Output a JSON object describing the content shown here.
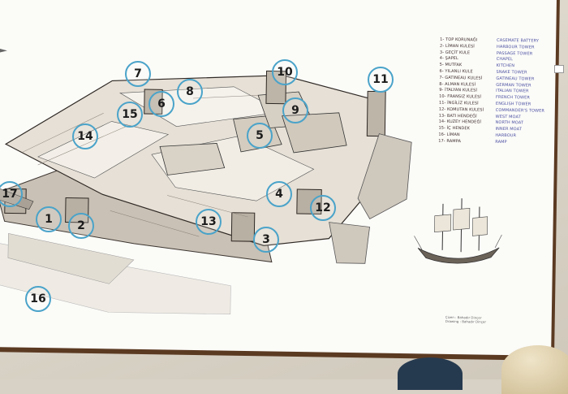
{
  "markers": [
    {
      "n": "1"
    },
    {
      "n": "2"
    },
    {
      "n": "3"
    },
    {
      "n": "4"
    },
    {
      "n": "5"
    },
    {
      "n": "6"
    },
    {
      "n": "7"
    },
    {
      "n": "8"
    },
    {
      "n": "9"
    },
    {
      "n": "10"
    },
    {
      "n": "11"
    },
    {
      "n": "12"
    },
    {
      "n": "13"
    },
    {
      "n": "14"
    },
    {
      "n": "15"
    },
    {
      "n": "16"
    },
    {
      "n": "17"
    }
  ],
  "legend": [
    {
      "tr": "1- TOP KORUNAĞI",
      "en": "CASEMATE BATTERY"
    },
    {
      "tr": "2- LİMAN KULESİ",
      "en": "HARBOUR TOWER"
    },
    {
      "tr": "3- GEÇİT KULE",
      "en": "PASSAGE TOWER"
    },
    {
      "tr": "4- ŞAPEL",
      "en": "CHAPEL"
    },
    {
      "tr": "5- MUTFAK",
      "en": "KITCHEN"
    },
    {
      "tr": "6- YILANLI KULE",
      "en": "SNAKE TOWER"
    },
    {
      "tr": "7- GATINEAU KULESİ",
      "en": "GATINEAU TOWER"
    },
    {
      "tr": "8- ALMAN KULESİ",
      "en": "GERMAN TOWER"
    },
    {
      "tr": "9- İTALYAN KULESİ",
      "en": "ITALIAN TOWER"
    },
    {
      "tr": "10- FRANSIZ KULESİ",
      "en": "FRENCH TOWER"
    },
    {
      "tr": "11- İNGİLİZ KULESİ",
      "en": "ENGLISH TOWER"
    },
    {
      "tr": "12- KOMUTAN KULESİ",
      "en": "COMMANDER'S TOWER"
    },
    {
      "tr": "13- BATI HENDEĞİ",
      "en": "WEST MOAT"
    },
    {
      "tr": "14- KUZEY HENDEĞİ",
      "en": "NORTH MOAT"
    },
    {
      "tr": "15- İÇ HENDEK",
      "en": "INNER MOAT"
    },
    {
      "tr": "16- LİMAN",
      "en": "HARBOUR"
    },
    {
      "tr": "17- RAMPA",
      "en": "RAMP"
    }
  ],
  "caption": [
    "Çizen : Bahadır Dinçer",
    "Drawing : Bahadır Dinçer"
  ],
  "colors": {
    "marker_ring": "#4aa3c9",
    "frame": "#5b3a22",
    "legend_en": "#4a4fa0"
  }
}
